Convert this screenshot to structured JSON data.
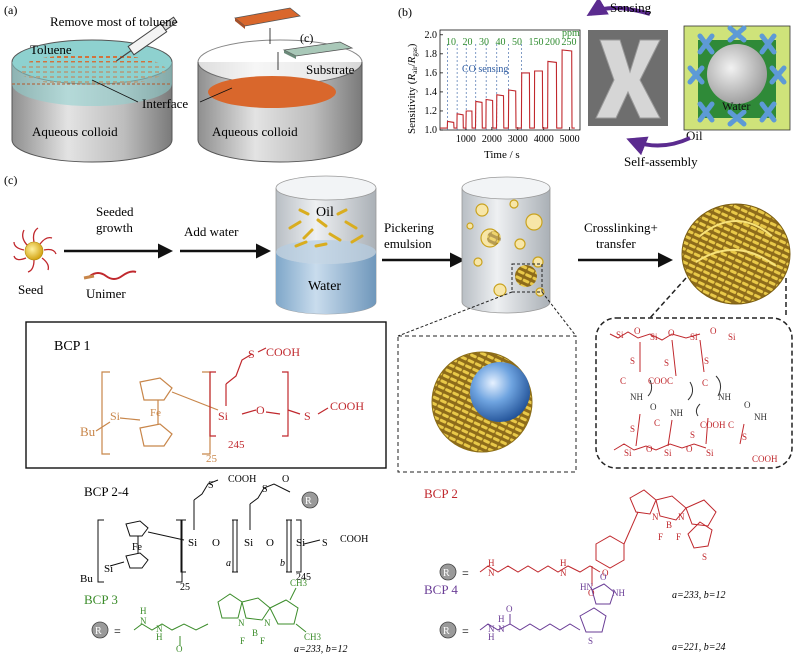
{
  "panel_a": {
    "label": "(a)",
    "instruction": "Remove most of toluene",
    "toluene": "Toluene",
    "colloid_left": "Aqueous colloid",
    "colloid_right": "Aqueous colloid",
    "interface": "Interface",
    "sub_label": "(c)",
    "substrate": "Substrate"
  },
  "panel_b": {
    "label": "(b)",
    "ylabel": "Sensitivity (R_air/R_gas)",
    "xlabel": "Time / s",
    "yticks": [
      "1.0",
      "1.2",
      "1.4",
      "1.6",
      "1.8",
      "2.0"
    ],
    "xticks": [
      "1000",
      "2000",
      "3000",
      "4000",
      "5000"
    ],
    "ppm_values": [
      "10",
      "20",
      "30",
      "40",
      "50",
      "150",
      "200",
      "250"
    ],
    "ppm_unit": "ppm",
    "co_sensing": "CO sensing",
    "sensing": "Sensing",
    "water": "Water",
    "oil": "Oil",
    "self_assembly": "Self-assembly"
  },
  "chart_data": {
    "type": "line",
    "title": "",
    "xlabel": "Time / s",
    "ylabel": "Sensitivity (R_air/R_gas)",
    "xlim": [
      0,
      5400
    ],
    "ylim": [
      1.0,
      2.05
    ],
    "series": [
      {
        "name": "",
        "x": [
          0,
          280,
          290,
          530,
          540,
          650,
          660,
          890,
          900,
          1000,
          1010,
          1230,
          1240,
          1370,
          1380,
          1620,
          1630,
          1770,
          1780,
          2030,
          2040,
          2180,
          2190,
          2450,
          2460,
          2640,
          2650,
          2920,
          2930,
          3140,
          3150,
          3450,
          3460,
          3640,
          3650,
          3950,
          3960,
          4150,
          4160,
          4490,
          4500,
          4700,
          4710,
          5080,
          5090,
          5200
        ],
        "y": [
          1.02,
          1.02,
          1.09,
          1.08,
          1.02,
          1.02,
          1.17,
          1.16,
          1.02,
          1.02,
          1.2,
          1.2,
          1.02,
          1.02,
          1.3,
          1.29,
          1.02,
          1.02,
          1.32,
          1.31,
          1.02,
          1.02,
          1.37,
          1.36,
          1.02,
          1.02,
          1.42,
          1.41,
          1.02,
          1.02,
          1.6,
          1.6,
          1.02,
          1.02,
          1.62,
          1.62,
          1.02,
          1.02,
          1.72,
          1.71,
          1.02,
          1.02,
          1.84,
          1.83,
          1.02,
          1.02
        ]
      }
    ]
  },
  "panel_c": {
    "label": "(c)",
    "seed": "Seed",
    "unimer": "Unimer",
    "step1": [
      "Seeded",
      "growth"
    ],
    "step2": "Add water",
    "oil": "Oil",
    "water": "Water",
    "step3": [
      "Pickering",
      "emulsion"
    ],
    "step4": [
      "Crosslinking+",
      "transfer"
    ]
  },
  "bcp1": {
    "title": "BCP 1",
    "bu": "Bu",
    "si": "Si",
    "fe": "Fe",
    "o": "O",
    "s": "S",
    "cooh": "COOH",
    "n25": "25",
    "n245": "245"
  },
  "crosslink": {
    "si": "Si",
    "o": "O",
    "s": "S",
    "c": "C",
    "nh": "NH",
    "cooc": "COOC",
    "cooh": "COOH"
  },
  "bcp24": {
    "title": "BCP 2-4",
    "bu": "Bu",
    "si": "Si",
    "fe": "Fe",
    "o": "O",
    "s": "S",
    "cooh": "COOH",
    "a": "a",
    "b": "b",
    "n25": "25",
    "n245": "245",
    "r": "R"
  },
  "bcp2": {
    "title": "BCP 2",
    "r": "R",
    "h": "H",
    "n": "N",
    "o": "O",
    "b": "B",
    "f": "F",
    "s": "S",
    "params": "a=233, b=12"
  },
  "bcp3": {
    "title": "BCP 3",
    "r": "R",
    "h": "H",
    "n": "N",
    "o": "O",
    "b": "B",
    "f": "F",
    "ch3": "CH3",
    "params": "a=233, b=12"
  },
  "bcp4": {
    "title": "BCP 4",
    "r": "R",
    "h": "H",
    "n": "N",
    "o": "O",
    "s": "S",
    "params": "a=221, b=24"
  },
  "colors": {
    "red": "#c0282d",
    "orange_brown": "#c8864a",
    "green": "#3b8c2a",
    "purple": "#6a3d96",
    "pink": "#e87a7a",
    "chart_green": "#2e8b2e",
    "chart_blue": "#2c5aa0"
  }
}
